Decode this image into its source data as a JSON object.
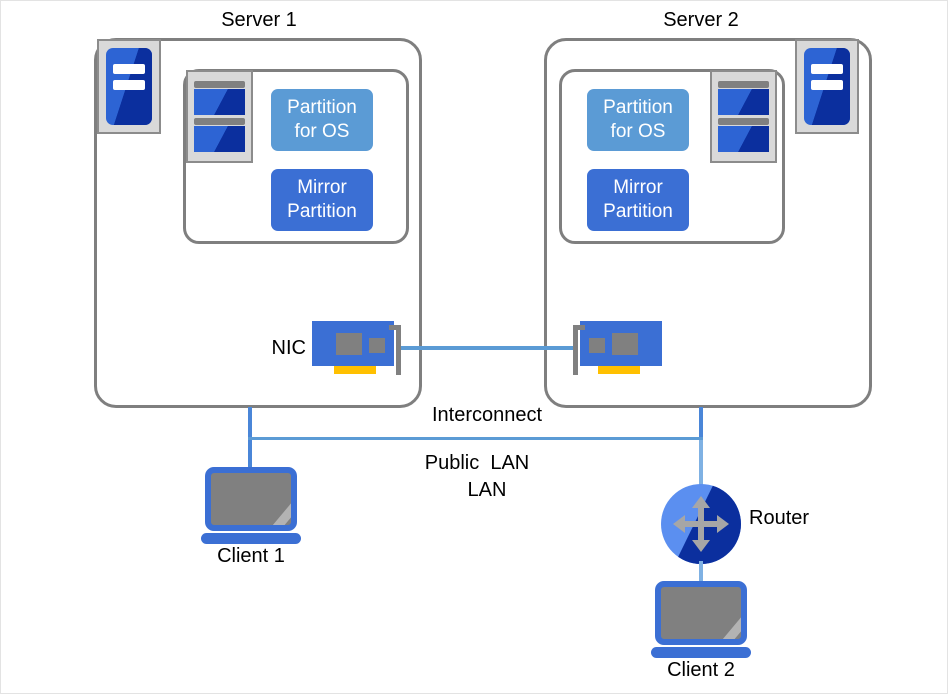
{
  "diagram": {
    "title_server1": "Server 1",
    "title_server2": "Server 2",
    "partition_os": "Partition\nfor OS",
    "partition_mirror": "Mirror\nPartition",
    "partition_os_line1": "Partition",
    "partition_os_line2": "for OS",
    "partition_mirror_line1": "Mirror",
    "partition_mirror_line2": "Partition",
    "nic_label": "NIC",
    "interconnect_line1": "Interconnect",
    "interconnect_line2": "LAN",
    "public_lan_label": "Public  LAN",
    "router_label": "Router",
    "client1_label": "Client 1",
    "client2_label": "Client 2"
  },
  "icons": {
    "server_tower": "server-tower-icon",
    "disk_array": "disk-array-icon",
    "network_card": "nic-card-icon",
    "router_circle": "router-icon",
    "laptop": "laptop-icon"
  },
  "colors": {
    "partition_os": "#5b9bd5",
    "partition_mirror": "#3b6fd4",
    "box_outline": "#7f7f7f",
    "icon_frame": "#d9d9d9",
    "icon_frame_border": "#8c8c8c",
    "device_blue": "#2d64d4",
    "device_blue_dark": "#0b2f9e",
    "nic_gold": "#ffc000",
    "screen_gray": "#808080",
    "wire_blue": "#5b9bd5",
    "canvas_border": "#e3e3e3",
    "text": "#000000"
  }
}
